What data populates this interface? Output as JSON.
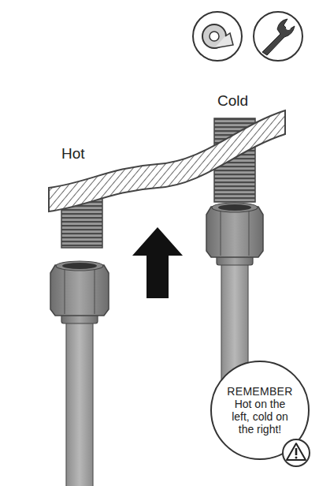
{
  "diagram": {
    "nodes": [
      {
        "text": [
          "REMEMBER",
          "Hot on the left, cold on the right!"
        ]
      }
    ],
    "labels": [
      "Hot",
      "Cold"
    ]
  }
}
